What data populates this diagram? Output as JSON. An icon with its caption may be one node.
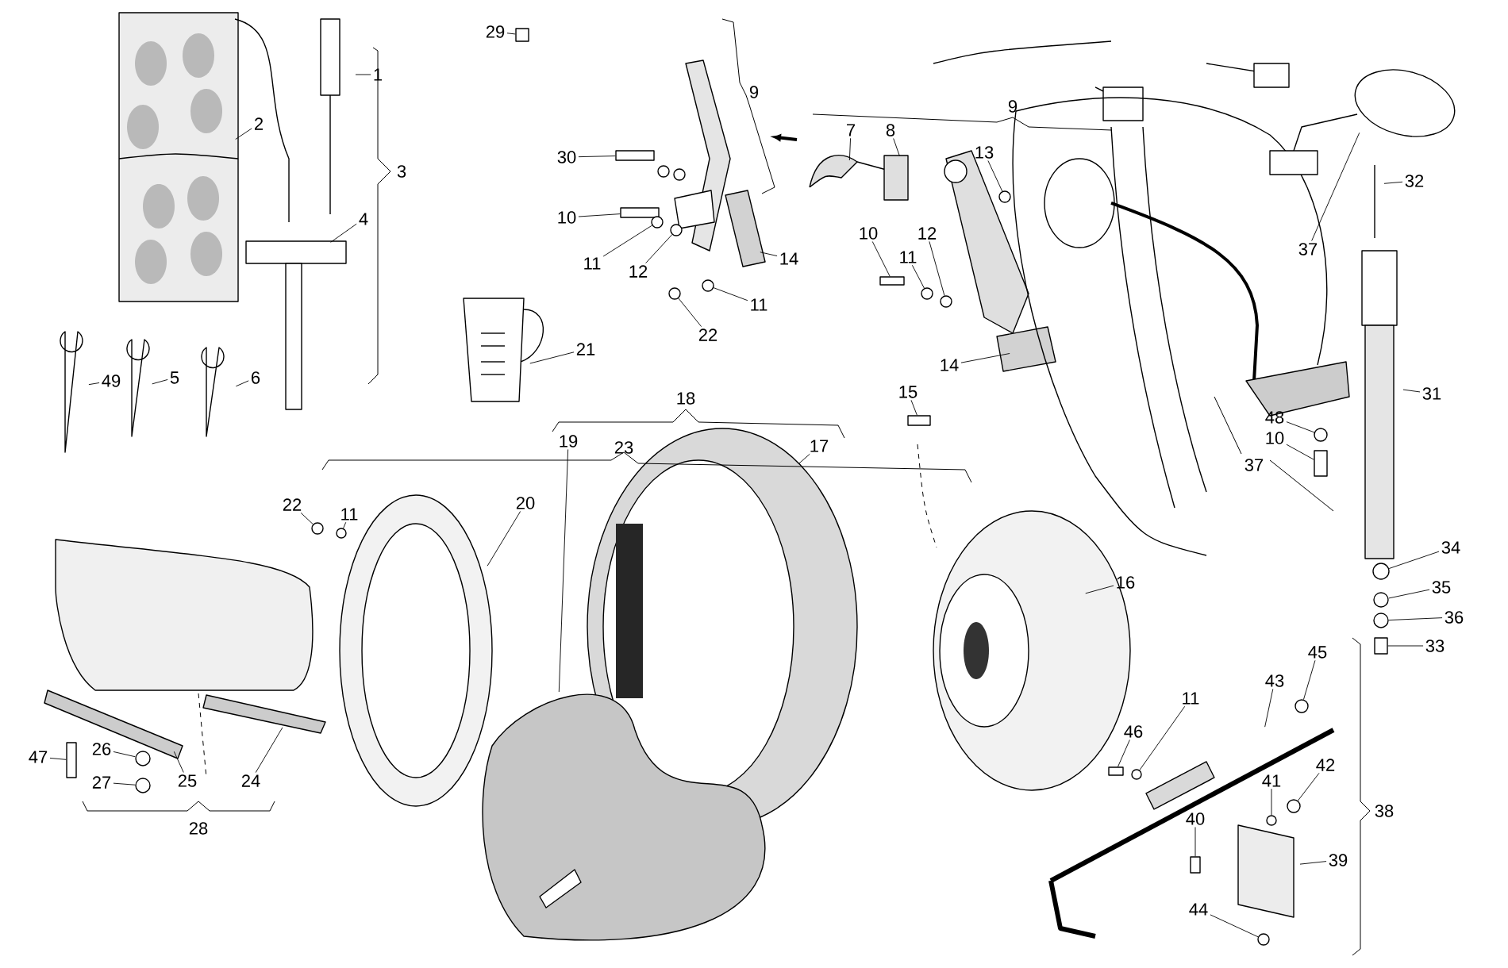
{
  "diagram": {
    "nodes": [
      {
        "text": [
          "1"
        ]
      },
      {
        "text": [
          "2"
        ]
      },
      {
        "text": [
          "4"
        ]
      },
      {
        "text": [
          "49"
        ]
      },
      {
        "text": [
          "5"
        ]
      },
      {
        "text": [
          "6"
        ]
      },
      {
        "text": [
          "29"
        ]
      },
      {
        "text": [
          "30"
        ]
      },
      {
        "text": [
          "10"
        ]
      },
      {
        "text": [
          "11"
        ]
      },
      {
        "text": [
          "12"
        ]
      },
      {
        "text": [
          "14"
        ]
      },
      {
        "text": [
          "22"
        ]
      },
      {
        "text": [
          "11"
        ]
      },
      {
        "text": [
          "21"
        ]
      },
      {
        "text": [
          "7"
        ]
      },
      {
        "text": [
          "8"
        ]
      },
      {
        "text": [
          "13"
        ]
      },
      {
        "text": [
          "10"
        ]
      },
      {
        "text": [
          "11"
        ]
      },
      {
        "text": [
          "12"
        ]
      },
      {
        "text": [
          "14"
        ]
      },
      {
        "text": [
          "37"
        ]
      },
      {
        "text": [
          "32"
        ]
      },
      {
        "text": [
          "31"
        ]
      },
      {
        "text": [
          "48"
        ]
      },
      {
        "text": [
          "10"
        ]
      },
      {
        "text": [
          "15"
        ]
      },
      {
        "text": [
          "19"
        ]
      },
      {
        "text": [
          "17"
        ]
      },
      {
        "text": [
          "20"
        ]
      },
      {
        "text": [
          "22"
        ]
      },
      {
        "text": [
          "11"
        ]
      },
      {
        "text": [
          "16"
        ]
      },
      {
        "text": [
          "34"
        ]
      },
      {
        "text": [
          "35"
        ]
      },
      {
        "text": [
          "36"
        ]
      },
      {
        "text": [
          "33"
        ]
      },
      {
        "text": [
          "45"
        ]
      },
      {
        "text": [
          "43"
        ]
      },
      {
        "text": [
          "11"
        ]
      },
      {
        "text": [
          "46"
        ]
      },
      {
        "text": [
          "42"
        ]
      },
      {
        "text": [
          "41"
        ]
      },
      {
        "text": [
          "40"
        ]
      },
      {
        "text": [
          "39"
        ]
      },
      {
        "text": [
          "44"
        ]
      },
      {
        "text": [
          "47"
        ]
      },
      {
        "text": [
          "26"
        ]
      },
      {
        "text": [
          "27"
        ]
      },
      {
        "text": [
          "25"
        ]
      },
      {
        "text": [
          "24"
        ]
      },
      {
        "text": [],
        "shape": "box"
      },
      {
        "text": [],
        "shape": "box"
      },
      {
        "text": [],
        "shape": "box"
      },
      {
        "text": [],
        "shape": "circle"
      },
      {
        "text": [],
        "shape": "circle"
      },
      {
        "text": [],
        "shape": "circle"
      },
      {
        "text": [],
        "shape": "circle"
      },
      {
        "text": [],
        "shape": "circle"
      },
      {
        "text": [],
        "shape": "box"
      },
      {
        "text": [],
        "shape": "circle"
      },
      {
        "text": [],
        "shape": "circle"
      },
      {
        "text": [],
        "shape": "circle"
      },
      {
        "text": [],
        "shape": "box"
      },
      {
        "text": [],
        "shape": "box"
      },
      {
        "text": [],
        "shape": "circle"
      },
      {
        "text": [],
        "shape": "circle"
      },
      {
        "text": [],
        "shape": "circle"
      },
      {
        "text": [],
        "shape": "circle"
      },
      {
        "text": [],
        "shape": "circle"
      },
      {
        "text": [],
        "shape": "box"
      },
      {
        "text": [],
        "shape": "circle"
      },
      {
        "text": [],
        "shape": "circle"
      },
      {
        "text": [],
        "shape": "box"
      },
      {
        "text": [],
        "shape": "circle"
      },
      {
        "text": [],
        "shape": "circle"
      },
      {
        "text": [],
        "shape": "box"
      },
      {
        "text": [],
        "shape": "circle"
      },
      {
        "text": [],
        "shape": "box"
      },
      {
        "text": [],
        "shape": "circle"
      },
      {
        "text": [],
        "shape": "circle"
      }
    ],
    "edges": [
      {
        "from": 0,
        "to": null,
        "arrow": "none"
      },
      {
        "from": 1,
        "to": null,
        "arrow": "none"
      },
      {
        "from": 2,
        "to": null,
        "arrow": "none"
      },
      {
        "from": 3,
        "to": null,
        "arrow": "none"
      },
      {
        "from": 4,
        "to": null,
        "arrow": "none"
      },
      {
        "from": 5,
        "to": null,
        "arrow": "none"
      },
      {
        "from": 6,
        "to": 52,
        "arrow": "none"
      },
      {
        "from": 7,
        "to": 53,
        "arrow": "none"
      },
      {
        "from": 8,
        "to": 54,
        "arrow": "none"
      },
      {
        "from": 9,
        "to": 55,
        "arrow": "none"
      },
      {
        "from": 10,
        "to": 56,
        "arrow": "none"
      },
      {
        "from": 11,
        "to": null,
        "arrow": "none"
      },
      {
        "from": 12,
        "to": 57,
        "arrow": "none"
      },
      {
        "from": 13,
        "to": 58,
        "arrow": "none"
      },
      {
        "from": 14,
        "to": null,
        "arrow": "none"
      },
      {
        "from": 15,
        "to": null,
        "arrow": "none"
      },
      {
        "from": 16,
        "to": null,
        "arrow": "none"
      },
      {
        "from": 17,
        "to": 59,
        "arrow": "none"
      },
      {
        "from": 18,
        "to": 60,
        "arrow": "none"
      },
      {
        "from": 19,
        "to": 61,
        "arrow": "none"
      },
      {
        "from": 20,
        "to": 62,
        "arrow": "none"
      },
      {
        "from": 21,
        "to": null,
        "arrow": "none"
      },
      {
        "from": 22,
        "to": null,
        "arrow": "none"
      },
      {
        "from": 23,
        "to": null,
        "arrow": "none"
      },
      {
        "from": 24,
        "to": null,
        "arrow": "none"
      },
      {
        "from": 25,
        "to": 63,
        "arrow": "none"
      },
      {
        "from": 26,
        "to": 64,
        "arrow": "none"
      },
      {
        "from": 27,
        "to": 65,
        "arrow": "none"
      },
      {
        "from": 28,
        "to": null,
        "arrow": "none"
      },
      {
        "from": 29,
        "to": null,
        "arrow": "none"
      },
      {
        "from": 30,
        "to": null,
        "arrow": "none"
      },
      {
        "from": 31,
        "to": 66,
        "arrow": "none"
      },
      {
        "from": 32,
        "to": 67,
        "arrow": "none"
      },
      {
        "from": 33,
        "to": null,
        "arrow": "none"
      },
      {
        "from": 34,
        "to": 68,
        "arrow": "none"
      },
      {
        "from": 35,
        "to": 69,
        "arrow": "none"
      },
      {
        "from": 36,
        "to": 70,
        "arrow": "none"
      },
      {
        "from": 37,
        "to": 71,
        "arrow": "none"
      },
      {
        "from": 38,
        "to": 72,
        "arrow": "none"
      },
      {
        "from": 39,
        "to": null,
        "arrow": "none"
      },
      {
        "from": 40,
        "to": 73,
        "arrow": "none"
      },
      {
        "from": 41,
        "to": 74,
        "arrow": "none"
      },
      {
        "from": 42,
        "to": 75,
        "arrow": "none"
      },
      {
        "from": 43,
        "to": 76,
        "arrow": "none"
      },
      {
        "from": 44,
        "to": 77,
        "arrow": "none"
      },
      {
        "from": 45,
        "to": null,
        "arrow": "none"
      },
      {
        "from": 46,
        "to": 78,
        "arrow": "none"
      },
      {
        "from": 47,
        "to": 79,
        "arrow": "none"
      },
      {
        "from": 48,
        "to": 80,
        "arrow": "none"
      },
      {
        "from": 49,
        "to": 81,
        "arrow": "none"
      },
      {
        "from": 50,
        "to": null,
        "arrow": "none"
      },
      {
        "from": 51,
        "to": null,
        "arrow": "none"
      }
    ],
    "labels": [
      "9",
      "9",
      "3",
      "18",
      "23",
      "37",
      "28",
      "38"
    ]
  }
}
